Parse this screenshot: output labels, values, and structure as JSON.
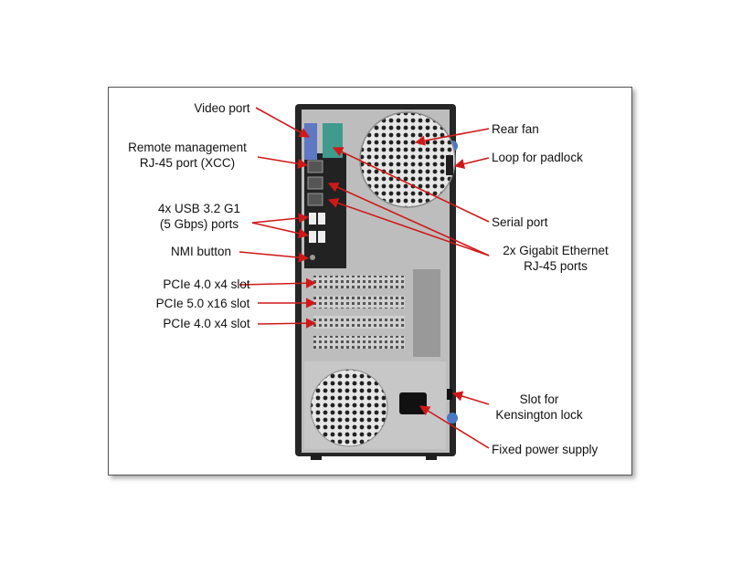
{
  "labels": {
    "video_port": "Video port",
    "remote_mgmt_1": "Remote management",
    "remote_mgmt_2": "RJ-45 port (XCC)",
    "usb_1": "4x USB 3.2 G1",
    "usb_2": "(5 Gbps) ports",
    "nmi": "NMI button",
    "pcie1": "PCIe 4.0 x4 slot",
    "pcie2": "PCIe 5.0 x16 slot",
    "pcie3": "PCIe 4.0 x4 slot",
    "rear_fan": "Rear fan",
    "padlock": "Loop for padlock",
    "serial": "Serial port",
    "ethernet_1": "2x Gigabit Ethernet",
    "ethernet_2": "RJ-45 ports",
    "kensington_1": "Slot for",
    "kensington_2": "Kensington lock",
    "power": "Fixed power supply"
  },
  "colors": {
    "arrow": "#d01818",
    "chassis_dark": "#262626",
    "chassis_gray": "#b9b9b9",
    "video_port": "#5e78c4",
    "serial_port": "#3e9b8e",
    "handle_blue": "#4a78c8"
  }
}
